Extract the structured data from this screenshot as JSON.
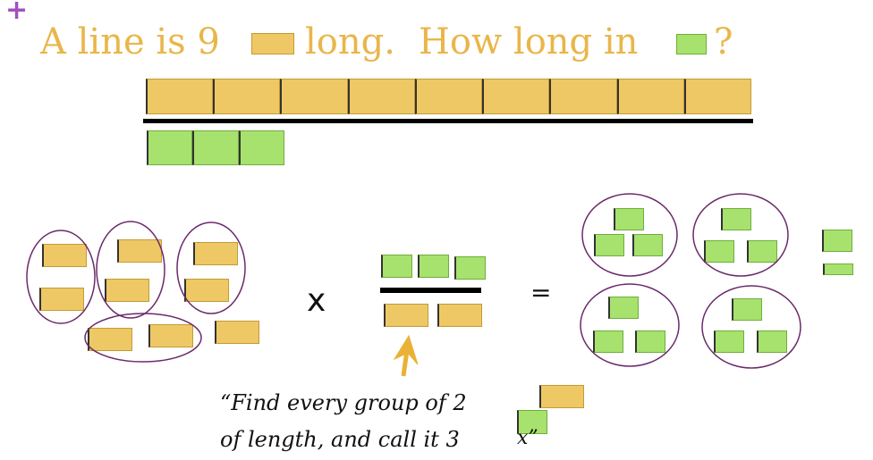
{
  "plus_sign": "+",
  "title": {
    "part1": "A line is 9",
    "part2": "long.",
    "part3": "How long in",
    "part4": "?"
  },
  "operators": {
    "times": "x",
    "equals": "="
  },
  "quote": {
    "line1": "“Find every group of 2",
    "line2": "of length, and call it 3",
    "x_mark": "x”"
  },
  "colors": {
    "yellow": "#efc866",
    "green": "#a6e26d",
    "title": "#e9b64a",
    "plus": "#a24fc1",
    "ellipse": "#6b2a6b",
    "arrow": "#e9b236"
  }
}
